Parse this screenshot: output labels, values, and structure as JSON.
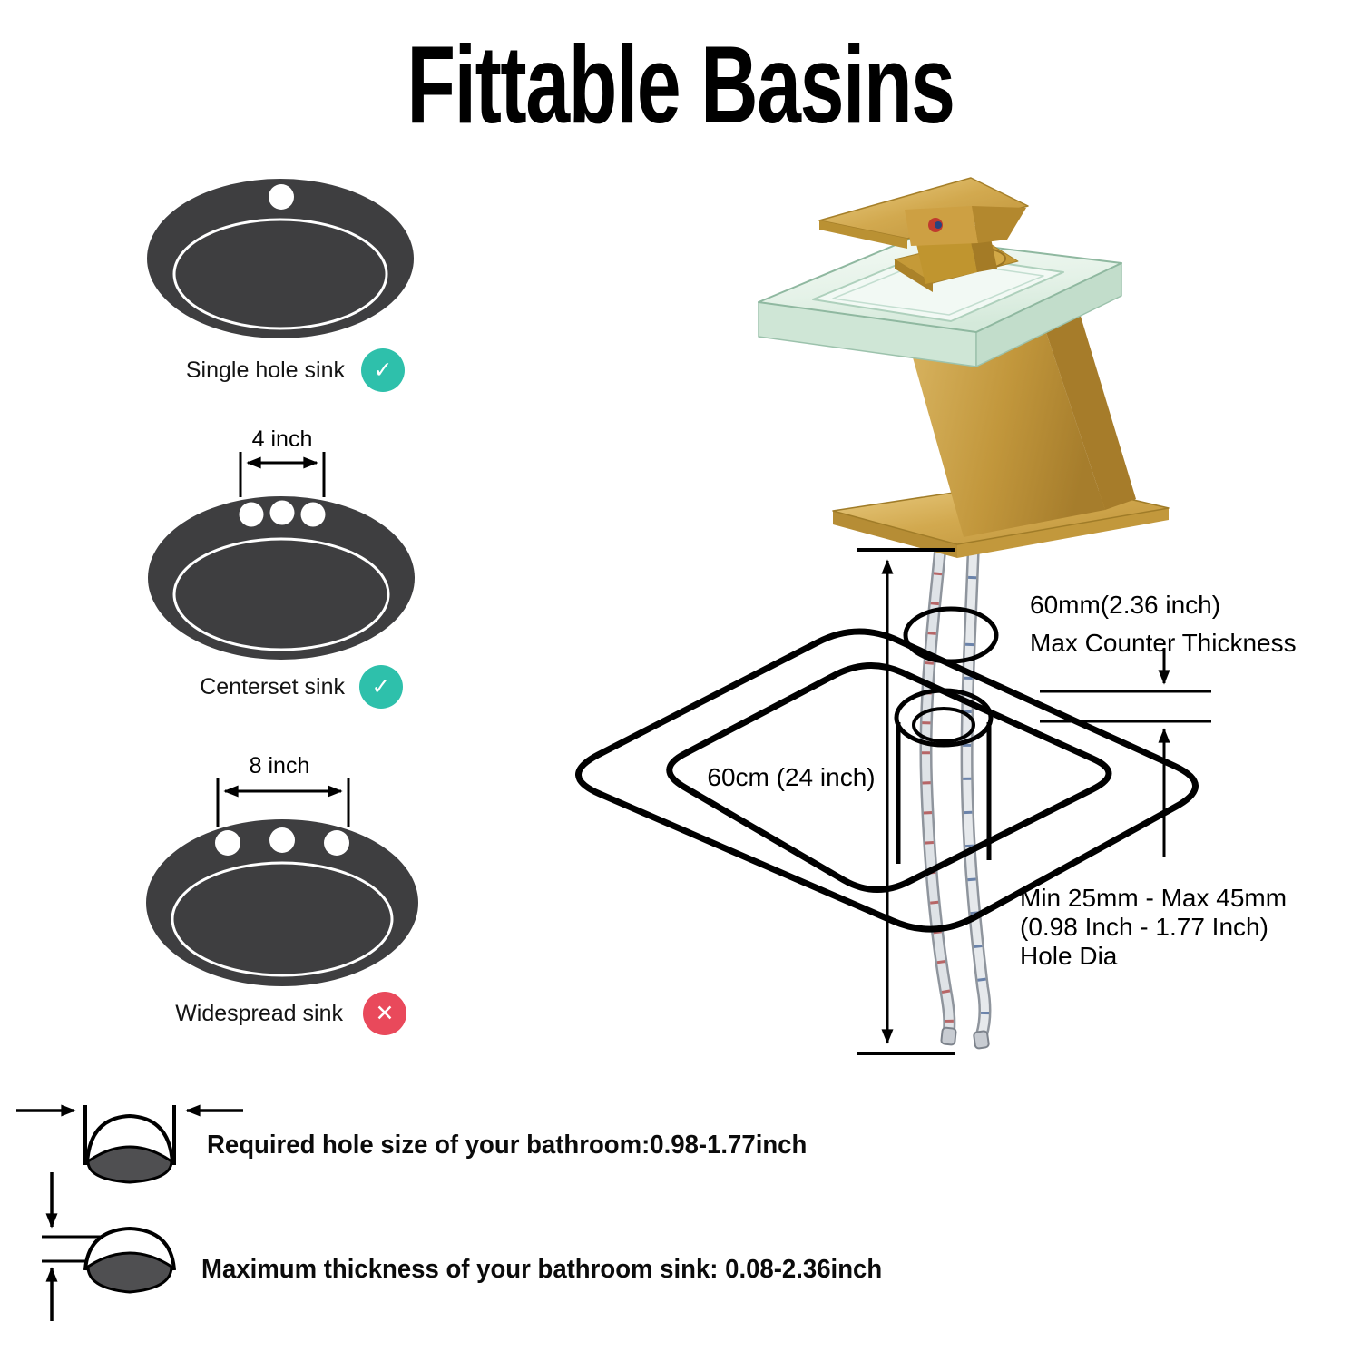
{
  "title": "Fittable Basins",
  "colors": {
    "accent-teal": "#2ec0ab",
    "accent-red": "#e9495b",
    "sink-gray": "#3e3e40",
    "gold": "#c79b3d",
    "glass-tint": "#e9f3ec",
    "hose-gray": "#9ca3ab"
  },
  "icons": {
    "check": "✓",
    "cross": "✕"
  },
  "sinks": [
    {
      "label": "Single hole sink",
      "dimension": "",
      "status": "check"
    },
    {
      "label": "Centerset sink",
      "dimension": "4 inch",
      "status": "check"
    },
    {
      "label": "Widespread sink",
      "dimension": "8 inch",
      "status": "cross"
    }
  ],
  "diagram": {
    "counter_width": "60cm (24 inch)",
    "thickness_label_1": "60mm(2.36 inch)",
    "thickness_label_2": "Max Counter Thickness",
    "hole_label_1": "Min 25mm - Max 45mm",
    "hole_label_2": "(0.98 Inch - 1.77 Inch)",
    "hole_label_3": "Hole Dia"
  },
  "footer": {
    "hole_size": "Required hole size of your bathroom:0.98-1.77inch",
    "max_thickness": "Maximum thickness of your bathroom sink: 0.08-2.36inch"
  }
}
